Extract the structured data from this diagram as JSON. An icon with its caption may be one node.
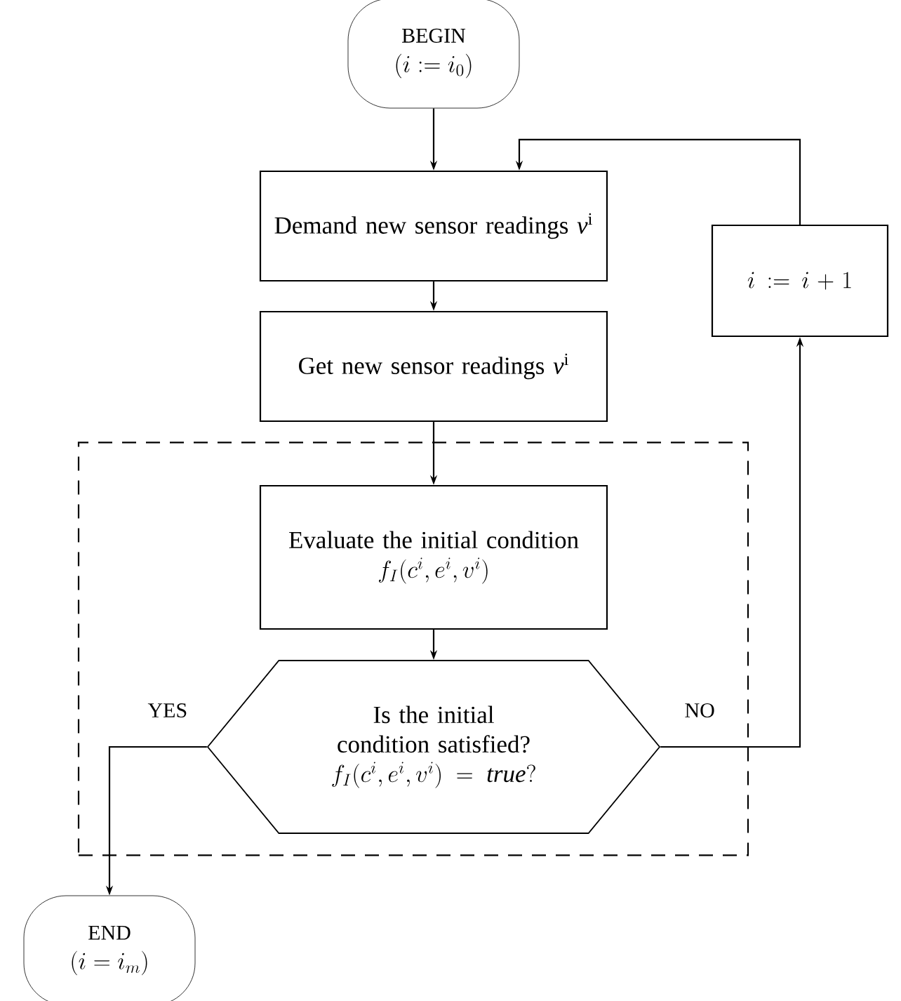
{
  "diagram": {
    "nodes": [
      {
        "text": [
          "BEGIN",
          "(i := i_0)"
        ]
      },
      {
        "text": [
          "Demand new sensor readings *v*$^{i}$"
        ]
      },
      {
        "text": [
          "Get new sensor readings *v*$^{i}$"
        ]
      },
      {
        "text": [],
        "shape": "box"
      },
      {
        "text": [
          "Evaluate the initial condition",
          "f_I(c^i, e^i, v^i)"
        ],
        "in": 3
      },
      {
        "text": [
          "Is the initial condition satisfied?",
          "f_I(c^i, e^i, v^i) = \\mathit{true}?"
        ],
        "in": 3
      },
      {
        "text": [
          "i := i+1"
        ]
      },
      {
        "text": [
          "END",
          "(i = i_m)"
        ]
      }
    ],
    "edges": [
      {
        "from": 0,
        "to": 1,
        "arrow": "to"
      },
      {
        "from": 1,
        "to": 2,
        "arrow": "to"
      },
      {
        "from": 2,
        "to": 4,
        "arrow": "to"
      },
      {
        "from": 4,
        "to": 5,
        "arrow": "to"
      },
      {
        "from": 5,
        "to": 7,
        "arrow": "to",
        "label": "YES"
      },
      {
        "from": 5,
        "to": 6,
        "arrow": "to",
        "label": "NO"
      },
      {
        "from": 6,
        "to": 1,
        "arrow": "to"
      }
    ]
  }
}
